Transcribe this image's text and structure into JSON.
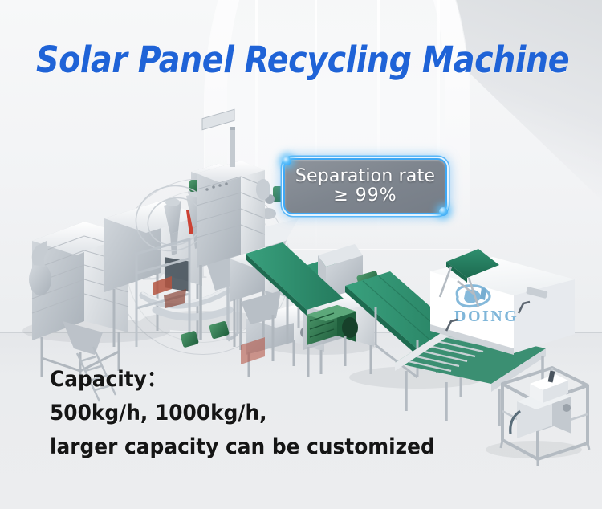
{
  "page": {
    "title": "Solar Panel Recycling Machine",
    "background_color": "#eceef0",
    "title_color": "#1f63d7"
  },
  "headline": {
    "text": "Solar Panel Recycling Machine"
  },
  "badge": {
    "line1": "Separation rate",
    "line2": "≥ 99%",
    "border_color": "#3ea8f5",
    "fill_color": "#7e858e",
    "text_color": "#ffffff"
  },
  "capacity": {
    "label": "Capacity：",
    "line2": "500kg/h, 1000kg/h,",
    "line3": "larger capacity can be customized",
    "text_color": "#151515"
  },
  "branding": {
    "watermark": "DOING",
    "logo_text": "DOING",
    "logo_color": "#7fb6d9"
  },
  "illustration": {
    "description": "Solar panel recycling production line",
    "metal_color": "#c9ced4",
    "metal_light": "#e6e9ec",
    "belt_color": "#2f8f6f",
    "motor_color": "#2f7d4f",
    "accent_red": "#c0392b"
  }
}
